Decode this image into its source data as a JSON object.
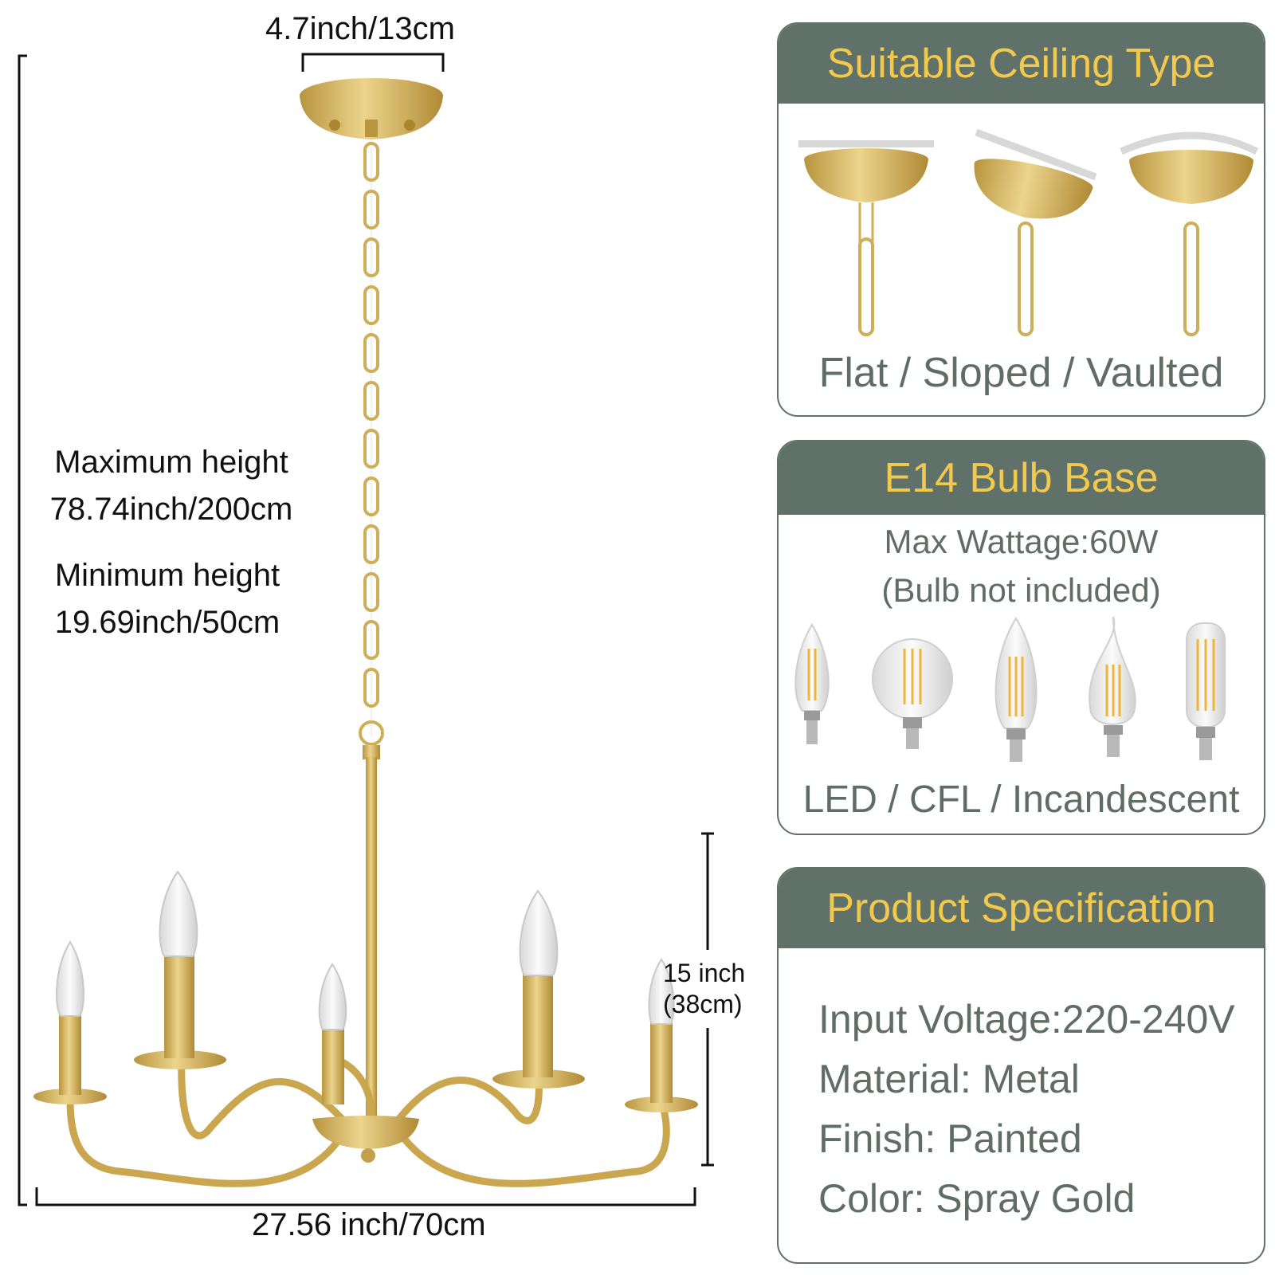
{
  "dimensions": {
    "canopy_width": "4.7inch/13cm",
    "max_height_label": "Maximum height",
    "max_height_value": "78.74inch/200cm",
    "min_height_label": "Minimum height",
    "min_height_value": "19.69inch/50cm",
    "body_height_line1": "15 inch",
    "body_height_line2": "(38cm)",
    "total_width": "27.56 inch/70cm"
  },
  "ceiling_panel": {
    "title": "Suitable Ceiling Type",
    "caption": "Flat / Sloped / Vaulted",
    "types": [
      "flat-ceiling-icon",
      "sloped-ceiling-icon",
      "vaulted-ceiling-icon"
    ]
  },
  "bulb_panel": {
    "title": "E14 Bulb Base",
    "wattage": "Max Wattage:60W",
    "note": "(Bulb not included)",
    "caption": "LED / CFL / Incandescent",
    "bulbs": [
      "candle-bulb-icon",
      "globe-bulb-icon",
      "torpedo-bulb-icon",
      "flame-tip-bulb-icon",
      "tubular-bulb-icon"
    ]
  },
  "spec_panel": {
    "title": "Product Specification",
    "lines": [
      "Input Voltage:220-240V",
      "Material: Metal",
      "Finish: Painted",
      "Color: Spray Gold"
    ]
  },
  "colors": {
    "panel_header": "#5f7168",
    "header_text": "#f2c94c",
    "body_text": "#5f6d66",
    "gold": "#d4b45a"
  }
}
